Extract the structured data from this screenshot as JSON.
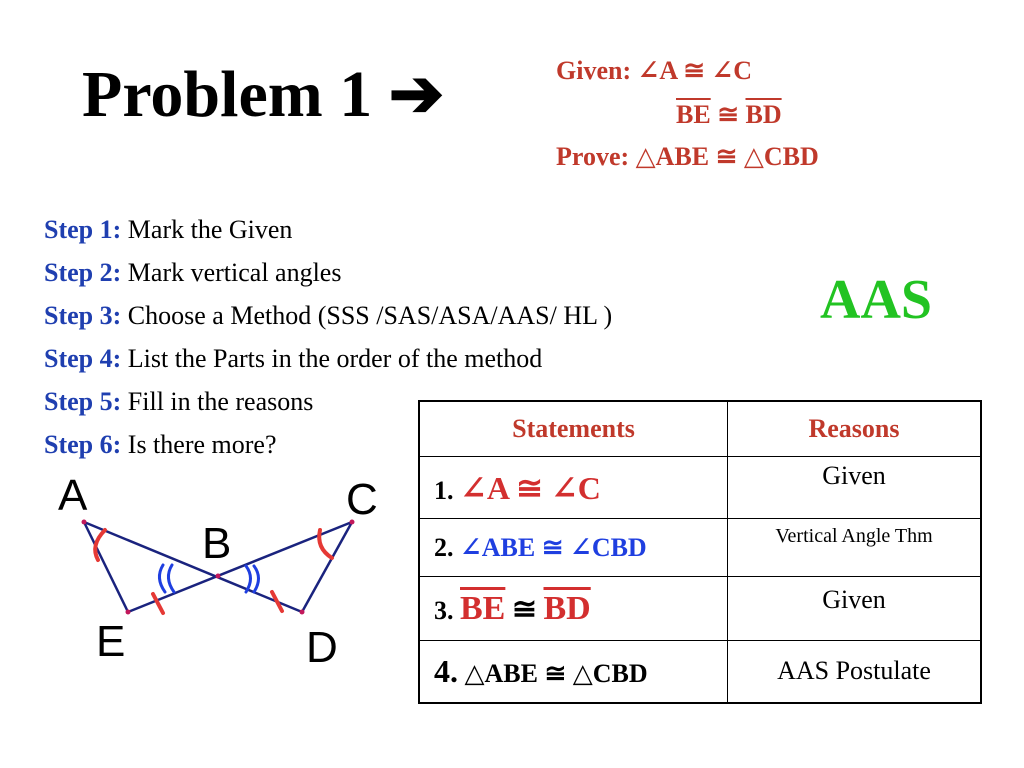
{
  "title": "Problem 1",
  "title_arrow": "➔",
  "given": {
    "label": "Given:",
    "stmt1": "∠A ≅ ∠C",
    "seg1": "BE",
    "cong": "≅",
    "seg2": "BD"
  },
  "prove": {
    "label": "Prove:",
    "stmt": "△ABE ≅ △CBD"
  },
  "steps": [
    {
      "label": "Step 1:",
      "text": "Mark the Given"
    },
    {
      "label": "Step 2:",
      "text": "Mark vertical angles"
    },
    {
      "label": "Step 3:",
      "text": "Choose a Method (SSS /SAS/ASA/AAS/ HL )"
    },
    {
      "label": "Step 4:",
      "text": "List the Parts in the order of the method"
    },
    {
      "label": "Step 5:",
      "text": "Fill in the reasons"
    },
    {
      "label": "Step 6:",
      "text": "Is there more?"
    }
  ],
  "method": "AAS",
  "table": {
    "headers": {
      "statements": "Statements",
      "reasons": "Reasons"
    },
    "rows": [
      {
        "num": "1.",
        "stmt": "∠A ≅ ∠C",
        "reason": "Given"
      },
      {
        "num": "2.",
        "stmt": "∠ABE ≅ ∠CBD",
        "reason": "Vertical Angle Thm"
      },
      {
        "num": "3.",
        "seg1": "BE",
        "cong": "≅",
        "seg2": "BD",
        "reason": "Given"
      },
      {
        "num": "4.",
        "stmt": "△ABE ≅ △CBD",
        "reason": "AAS Postulate"
      }
    ]
  },
  "diagram": {
    "points": {
      "A": "A",
      "B": "B",
      "C": "C",
      "D": "D",
      "E": "E"
    },
    "colors": {
      "lines": "#1a237e",
      "marks": "#e53935",
      "vertical": "#1f3fe0"
    }
  }
}
